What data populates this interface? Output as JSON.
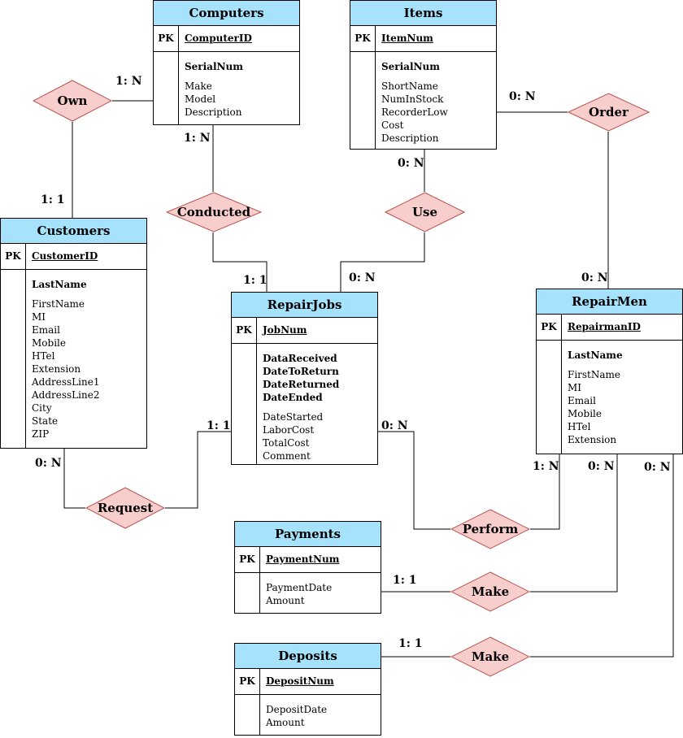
{
  "entities": {
    "computers": {
      "title": "Computers",
      "pk_label": "PK",
      "key": "ComputerID",
      "bold_attrs": [
        "SerialNum"
      ],
      "attrs": [
        "Make",
        "Model",
        "Description"
      ]
    },
    "items": {
      "title": "Items",
      "pk_label": "PK",
      "key": "ItemNum",
      "bold_attrs": [
        "SerialNum"
      ],
      "attrs": [
        "ShortName",
        "NumInStock",
        "RecorderLow",
        "Cost",
        "Description"
      ]
    },
    "customers": {
      "title": "Customers",
      "pk_label": "PK",
      "key": "CustomerID",
      "bold_attrs": [
        "LastName"
      ],
      "attrs": [
        "FirstName",
        "MI",
        "Email",
        "Mobile",
        "HTel",
        "Extension",
        "AddressLine1",
        "AddressLine2",
        "City",
        "State",
        "ZIP"
      ]
    },
    "repairjobs": {
      "title": "RepairJobs",
      "pk_label": "PK",
      "key": "JobNum",
      "bold_attrs": [
        "DataReceived",
        "DateToReturn",
        "DateReturned",
        "DateEnded"
      ],
      "attrs": [
        "DateStarted",
        "LaborCost",
        "TotalCost",
        "Comment"
      ]
    },
    "repairmen": {
      "title": "RepairMen",
      "pk_label": "PK",
      "key": "RepairmanID",
      "bold_attrs": [
        "LastName"
      ],
      "attrs": [
        "FirstName",
        "MI",
        "Email",
        "Mobile",
        "HTel",
        "Extension"
      ]
    },
    "payments": {
      "title": "Payments",
      "pk_label": "PK",
      "key": "PaymentNum",
      "bold_attrs": [],
      "attrs": [
        "PaymentDate",
        "Amount"
      ]
    },
    "deposits": {
      "title": "Deposits",
      "pk_label": "PK",
      "key": "DepositNum",
      "bold_attrs": [],
      "attrs": [
        "DepositDate",
        "Amount"
      ]
    }
  },
  "relationships": {
    "own": "Own",
    "conducted": "Conducted",
    "use": "Use",
    "order": "Order",
    "request": "Request",
    "perform": "Perform",
    "make_payment": "Make",
    "make_deposit": "Make"
  },
  "cardinalities": {
    "own_computers": "1: N",
    "own_customers": "1: 1",
    "conducted_computers": "1: N",
    "conducted_repairjobs": "1: 1",
    "use_items": "0: N",
    "use_repairjobs": "0: N",
    "order_items": "0: N",
    "order_repairmen": "0: N",
    "request_customers": "0: N",
    "request_repairjobs": "1: 1",
    "perform_repairjobs": "0: N",
    "perform_repairmen": "1: N",
    "make_payment_repairmen": "0: N",
    "make_payment_payments": "1: 1",
    "make_deposit_repairmen": "0: N",
    "make_deposit_deposits": "1: 1"
  },
  "colors": {
    "entity_header": "#a6e2fb",
    "relationship_fill": "#f8cecc",
    "relationship_stroke": "#b85450",
    "line": "#000000"
  }
}
